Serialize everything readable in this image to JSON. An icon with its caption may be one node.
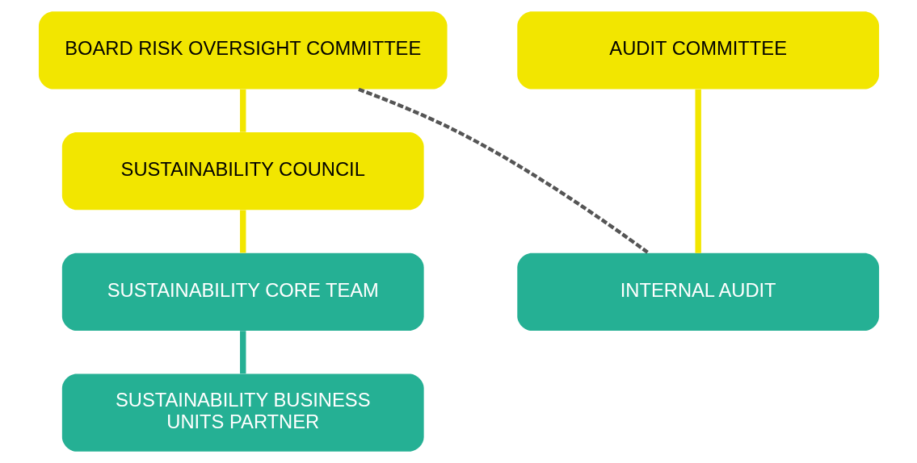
{
  "diagram": {
    "nodes": [
      {
        "text": [
          "BOARD RISK OVERSIGHT COMMITTEE"
        ]
      },
      {
        "text": [
          "AUDIT COMMITTEE"
        ]
      },
      {
        "text": [
          "SUSTAINABILITY COUNCIL"
        ]
      },
      {
        "text": [
          "SUSTAINABILITY CORE TEAM"
        ]
      },
      {
        "text": [
          "SUSTAINABILITY BUSINESS UNITS PARTNER"
        ]
      },
      {
        "text": [
          "INTERNAL AUDIT"
        ]
      }
    ],
    "edges": [
      {
        "from": 0,
        "to": 2,
        "arrow": "none"
      },
      {
        "from": 2,
        "to": 3,
        "arrow": "none"
      },
      {
        "from": 3,
        "to": 4,
        "arrow": "none",
        "color": "#25b094"
      },
      {
        "from": 1,
        "to": 5,
        "arrow": "none"
      },
      {
        "from": 0,
        "to": 5,
        "arrow": "none",
        "style": "dashed",
        "color": "#555555"
      }
    ]
  }
}
